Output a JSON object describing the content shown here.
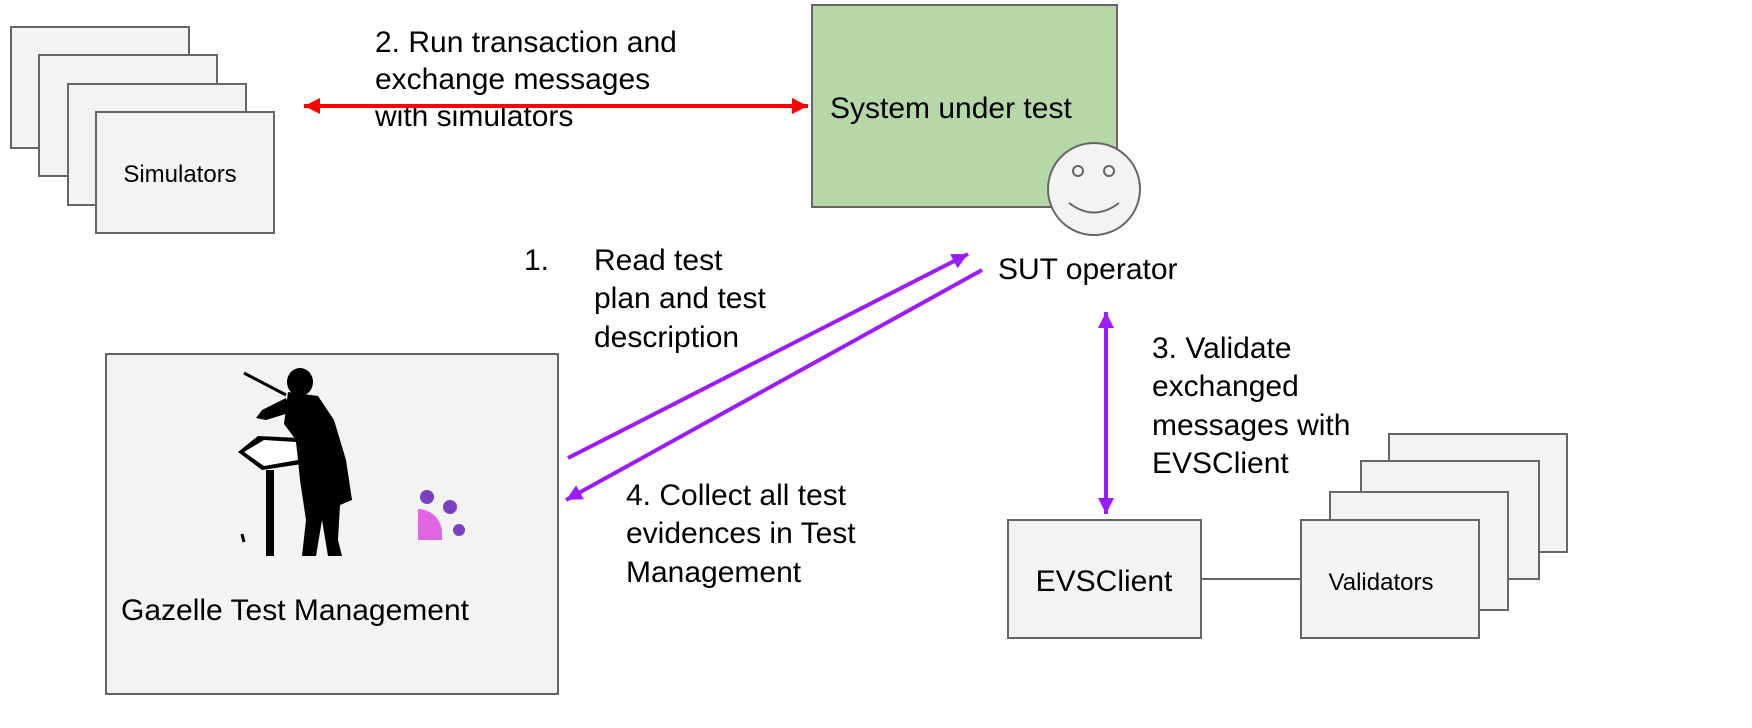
{
  "simulators": {
    "label": "Simulators"
  },
  "sut": {
    "label": "System under test",
    "operator_label": "SUT operator"
  },
  "gtm": {
    "label": "Gazelle Test Management"
  },
  "evsclient": {
    "label": "EVSClient"
  },
  "validators": {
    "label": "Validators"
  },
  "steps": {
    "step1": {
      "number": "1.",
      "lines": [
        "Read test",
        "plan and test",
        "description"
      ]
    },
    "step2": {
      "lines": [
        "2. Run transaction and",
        "exchange messages",
        "with simulators"
      ]
    },
    "step3": {
      "lines": [
        "3. Validate",
        "exchanged",
        "messages with",
        "EVSClient"
      ]
    },
    "step4": {
      "lines": [
        "4. Collect all test",
        "evidences in Test",
        "Management"
      ]
    }
  },
  "colors": {
    "sut_fill": "#b6d7a8",
    "box_fill": "#f3f3f3",
    "box_stroke": "#666666",
    "arrow_red": "#ff0000",
    "arrow_purple": "#9b1dff",
    "logo_purple": "#7b3fbf",
    "logo_pink": "#e066e0"
  },
  "icons": {
    "operator": "smiley-face-icon",
    "conductor": "conductor-silhouette-icon",
    "gazelle_logo": "gazelle-logo-icon"
  }
}
